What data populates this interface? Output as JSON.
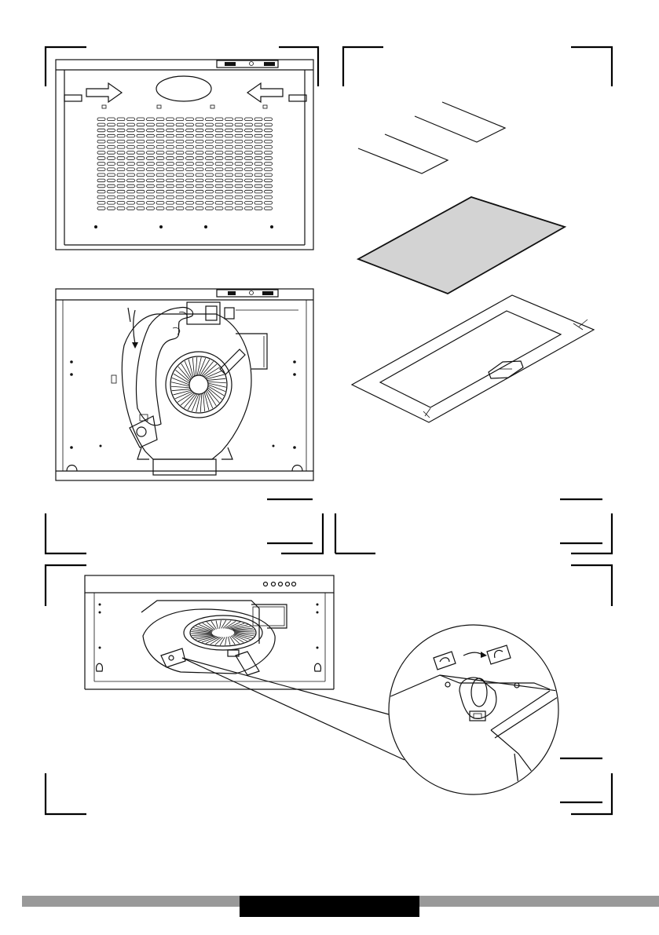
{
  "page": {
    "background": "#ffffff",
    "line_color": "#111111",
    "footer_bar_color": "#999999",
    "footer_block_color": "#000000"
  },
  "figures": [
    {
      "id": "hood-underside",
      "icon": "range-hood-bottom-view-icon"
    },
    {
      "id": "filter-parts",
      "icon": "filter-exploded-view-icon"
    },
    {
      "id": "hood-motor-lamp",
      "icon": "motor-lamp-replacement-icon"
    },
    {
      "id": "hood-detail",
      "icon": "lock-unlock-detail-icon"
    }
  ]
}
